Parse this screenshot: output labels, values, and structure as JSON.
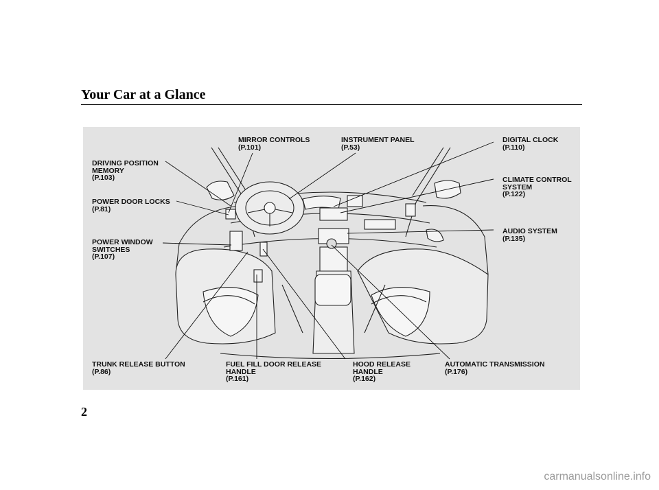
{
  "page": {
    "title": "Your Car at a Glance",
    "page_number": "2",
    "watermark": "carmanualsonline.info"
  },
  "callouts": {
    "mirror_controls": {
      "line1": "MIRROR CONTROLS",
      "ref": "(P.101)"
    },
    "instrument_panel": {
      "line1": "INSTRUMENT PANEL",
      "ref": "(P.53)"
    },
    "digital_clock": {
      "line1": "DIGITAL CLOCK",
      "ref": "(P.110)"
    },
    "driving_position_memory": {
      "line1": "DRIVING POSITION",
      "line2": "MEMORY",
      "ref": "(P.103)"
    },
    "climate_control_system": {
      "line1": "CLIMATE CONTROL",
      "line2": "SYSTEM",
      "ref": "(P.122)"
    },
    "power_door_locks": {
      "line1": "POWER DOOR LOCKS",
      "ref": "(P.81)"
    },
    "audio_system": {
      "line1": "AUDIO SYSTEM",
      "ref": "(P.135)"
    },
    "power_window_switches": {
      "line1": "POWER WINDOW",
      "line2": "SWITCHES",
      "ref": "(P.107)"
    },
    "trunk_release_button": {
      "line1": "TRUNK RELEASE BUTTON",
      "ref": "(P.86)"
    },
    "fuel_fill_door_release_handle": {
      "line1": "FUEL FILL DOOR RELEASE",
      "line2": "HANDLE",
      "ref": "(P.161)"
    },
    "hood_release_handle": {
      "line1": "HOOD RELEASE",
      "line2": "HANDLE",
      "ref": "(P.162)"
    },
    "automatic_transmission": {
      "line1": "AUTOMATIC TRANSMISSION",
      "ref": "(P.176)"
    }
  },
  "colors": {
    "panel_background": "#e3e3e3",
    "line_color": "#111111",
    "watermark": "#9a9a9a"
  }
}
